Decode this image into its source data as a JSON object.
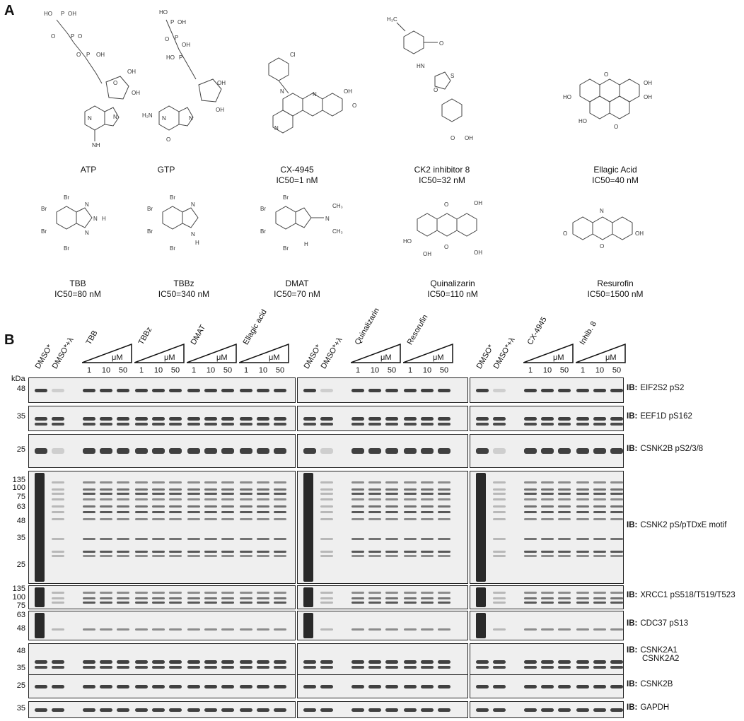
{
  "panel_a": {
    "label": "A",
    "compounds_row1": [
      {
        "name": "ATP",
        "ic50": ""
      },
      {
        "name": "GTP",
        "ic50": ""
      },
      {
        "name": "CX-4945",
        "ic50": "IC50=1 nM"
      },
      {
        "name": "CK2 inhibitor 8",
        "ic50": "IC50=32 nM"
      },
      {
        "name": "Ellagic Acid",
        "ic50": "IC50=40 nM"
      }
    ],
    "compounds_row2": [
      {
        "name": "TBB",
        "ic50": "IC50=80 nM"
      },
      {
        "name": "TBBz",
        "ic50": "IC50=340 nM"
      },
      {
        "name": "DMAT",
        "ic50": "IC50=70 nM"
      },
      {
        "name": "Quinalizarin",
        "ic50": "IC50=110 nM"
      },
      {
        "name": "Resurofin",
        "ic50": "IC50=1500 nM"
      }
    ]
  },
  "panel_b": {
    "label": "B",
    "kda_label": "kDa",
    "um_label": "μM",
    "doses": [
      "1",
      "10",
      "50"
    ],
    "gel1": {
      "controls": [
        "DMSO*",
        "DMSO*+λ"
      ],
      "treatments": [
        "TBB",
        "TBBz",
        "DMAT",
        "Ellagic acid"
      ]
    },
    "gel2": {
      "controls": [
        "DMSO*",
        "DMSO*+λ"
      ],
      "treatments": [
        "Quinalizarin",
        "Resorufin"
      ]
    },
    "gel3": {
      "controls": [
        "DMSO*",
        "DMSO*+λ"
      ],
      "treatments": [
        "CX-4945",
        "Inhib. 8"
      ]
    },
    "rows": [
      {
        "ib": "IB:",
        "target": "EIF2S2 pS2",
        "markers": [
          "48"
        ]
      },
      {
        "ib": "IB:",
        "target": "EEF1D pS162",
        "markers": [
          "35"
        ]
      },
      {
        "ib": "IB:",
        "target": "CSNK2B pS2/3/8",
        "markers": [
          "25"
        ]
      },
      {
        "ib": "IB:",
        "target": "CSNK2 pS/pTDxE motif",
        "markers": [
          "135",
          "100",
          "75",
          "63",
          "48",
          "35",
          "25"
        ]
      },
      {
        "ib": "IB:",
        "target": "XRCC1 pS518/T519/T523",
        "markers": [
          "135",
          "100",
          "75"
        ]
      },
      {
        "ib": "IB:",
        "target": "CDC37 pS13",
        "markers": [
          "63",
          "48"
        ]
      },
      {
        "ib": "IB:",
        "target": "CSNK2A1",
        "target2": "CSNK2A2",
        "markers": [
          "48",
          "35"
        ]
      },
      {
        "ib": "IB:",
        "target": "CSNK2B",
        "markers": [
          "25"
        ]
      },
      {
        "ib": "IB:",
        "target": "GAPDH",
        "markers": [
          "35"
        ]
      }
    ]
  }
}
